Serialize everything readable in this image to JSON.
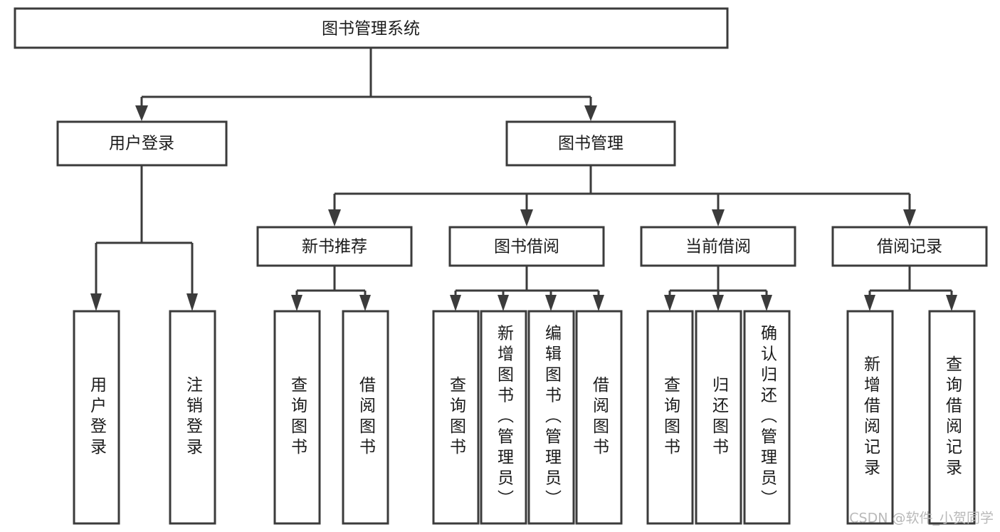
{
  "diagram": {
    "title": "图书管理系统",
    "type": "tree",
    "watermark": "CSDN @软件_小贺同学",
    "colors": {
      "box_stroke": "#3b3b3b",
      "box_fill": "#ffffff",
      "text": "#1b1b1b",
      "watermark": "#b9b9b9",
      "background": "#ffffff"
    },
    "levels": [
      {
        "level": 1,
        "orientation": "horizontal",
        "nodes": [
          {
            "id": "root",
            "label": "图书管理系统"
          }
        ]
      },
      {
        "level": 2,
        "orientation": "horizontal",
        "nodes": [
          {
            "id": "n_user_login",
            "label": "用户登录",
            "parent": "root"
          },
          {
            "id": "n_book_mgmt",
            "label": "图书管理",
            "parent": "root"
          }
        ]
      },
      {
        "level": 3,
        "orientation": "horizontal",
        "nodes": [
          {
            "id": "n_new_book_rec",
            "label": "新书推荐",
            "parent": "n_book_mgmt"
          },
          {
            "id": "n_book_borrow",
            "label": "图书借阅",
            "parent": "n_book_mgmt"
          },
          {
            "id": "n_current_borrow",
            "label": "当前借阅",
            "parent": "n_book_mgmt"
          },
          {
            "id": "n_borrow_record",
            "label": "借阅记录",
            "parent": "n_book_mgmt"
          }
        ]
      },
      {
        "level": 4,
        "orientation": "vertical",
        "nodes": [
          {
            "id": "l_user_login",
            "label": "用户登录",
            "parent": "n_user_login"
          },
          {
            "id": "l_user_logout",
            "label": "注销登录",
            "parent": "n_user_login"
          },
          {
            "id": "l_query_book_1",
            "label": "查询图书",
            "parent": "n_new_book_rec"
          },
          {
            "id": "l_borrow_book_1",
            "label": "借阅图书",
            "parent": "n_new_book_rec"
          },
          {
            "id": "l_query_book_2",
            "label": "查询图书",
            "parent": "n_book_borrow"
          },
          {
            "id": "l_add_book",
            "label": "新增图书（管理员）",
            "parent": "n_book_borrow"
          },
          {
            "id": "l_edit_book",
            "label": "编辑图书（管理员）",
            "parent": "n_book_borrow"
          },
          {
            "id": "l_borrow_book_2",
            "label": "借阅图书",
            "parent": "n_book_borrow"
          },
          {
            "id": "l_query_book_3",
            "label": "查询图书",
            "parent": "n_current_borrow"
          },
          {
            "id": "l_return_book",
            "label": "归还图书",
            "parent": "n_current_borrow"
          },
          {
            "id": "l_confirm_return",
            "label": "确认归还（管理员）",
            "parent": "n_current_borrow"
          },
          {
            "id": "l_add_record",
            "label": "新增借阅记录",
            "parent": "n_borrow_record"
          },
          {
            "id": "l_query_record",
            "label": "查询借阅记录",
            "parent": "n_borrow_record"
          }
        ]
      }
    ]
  }
}
